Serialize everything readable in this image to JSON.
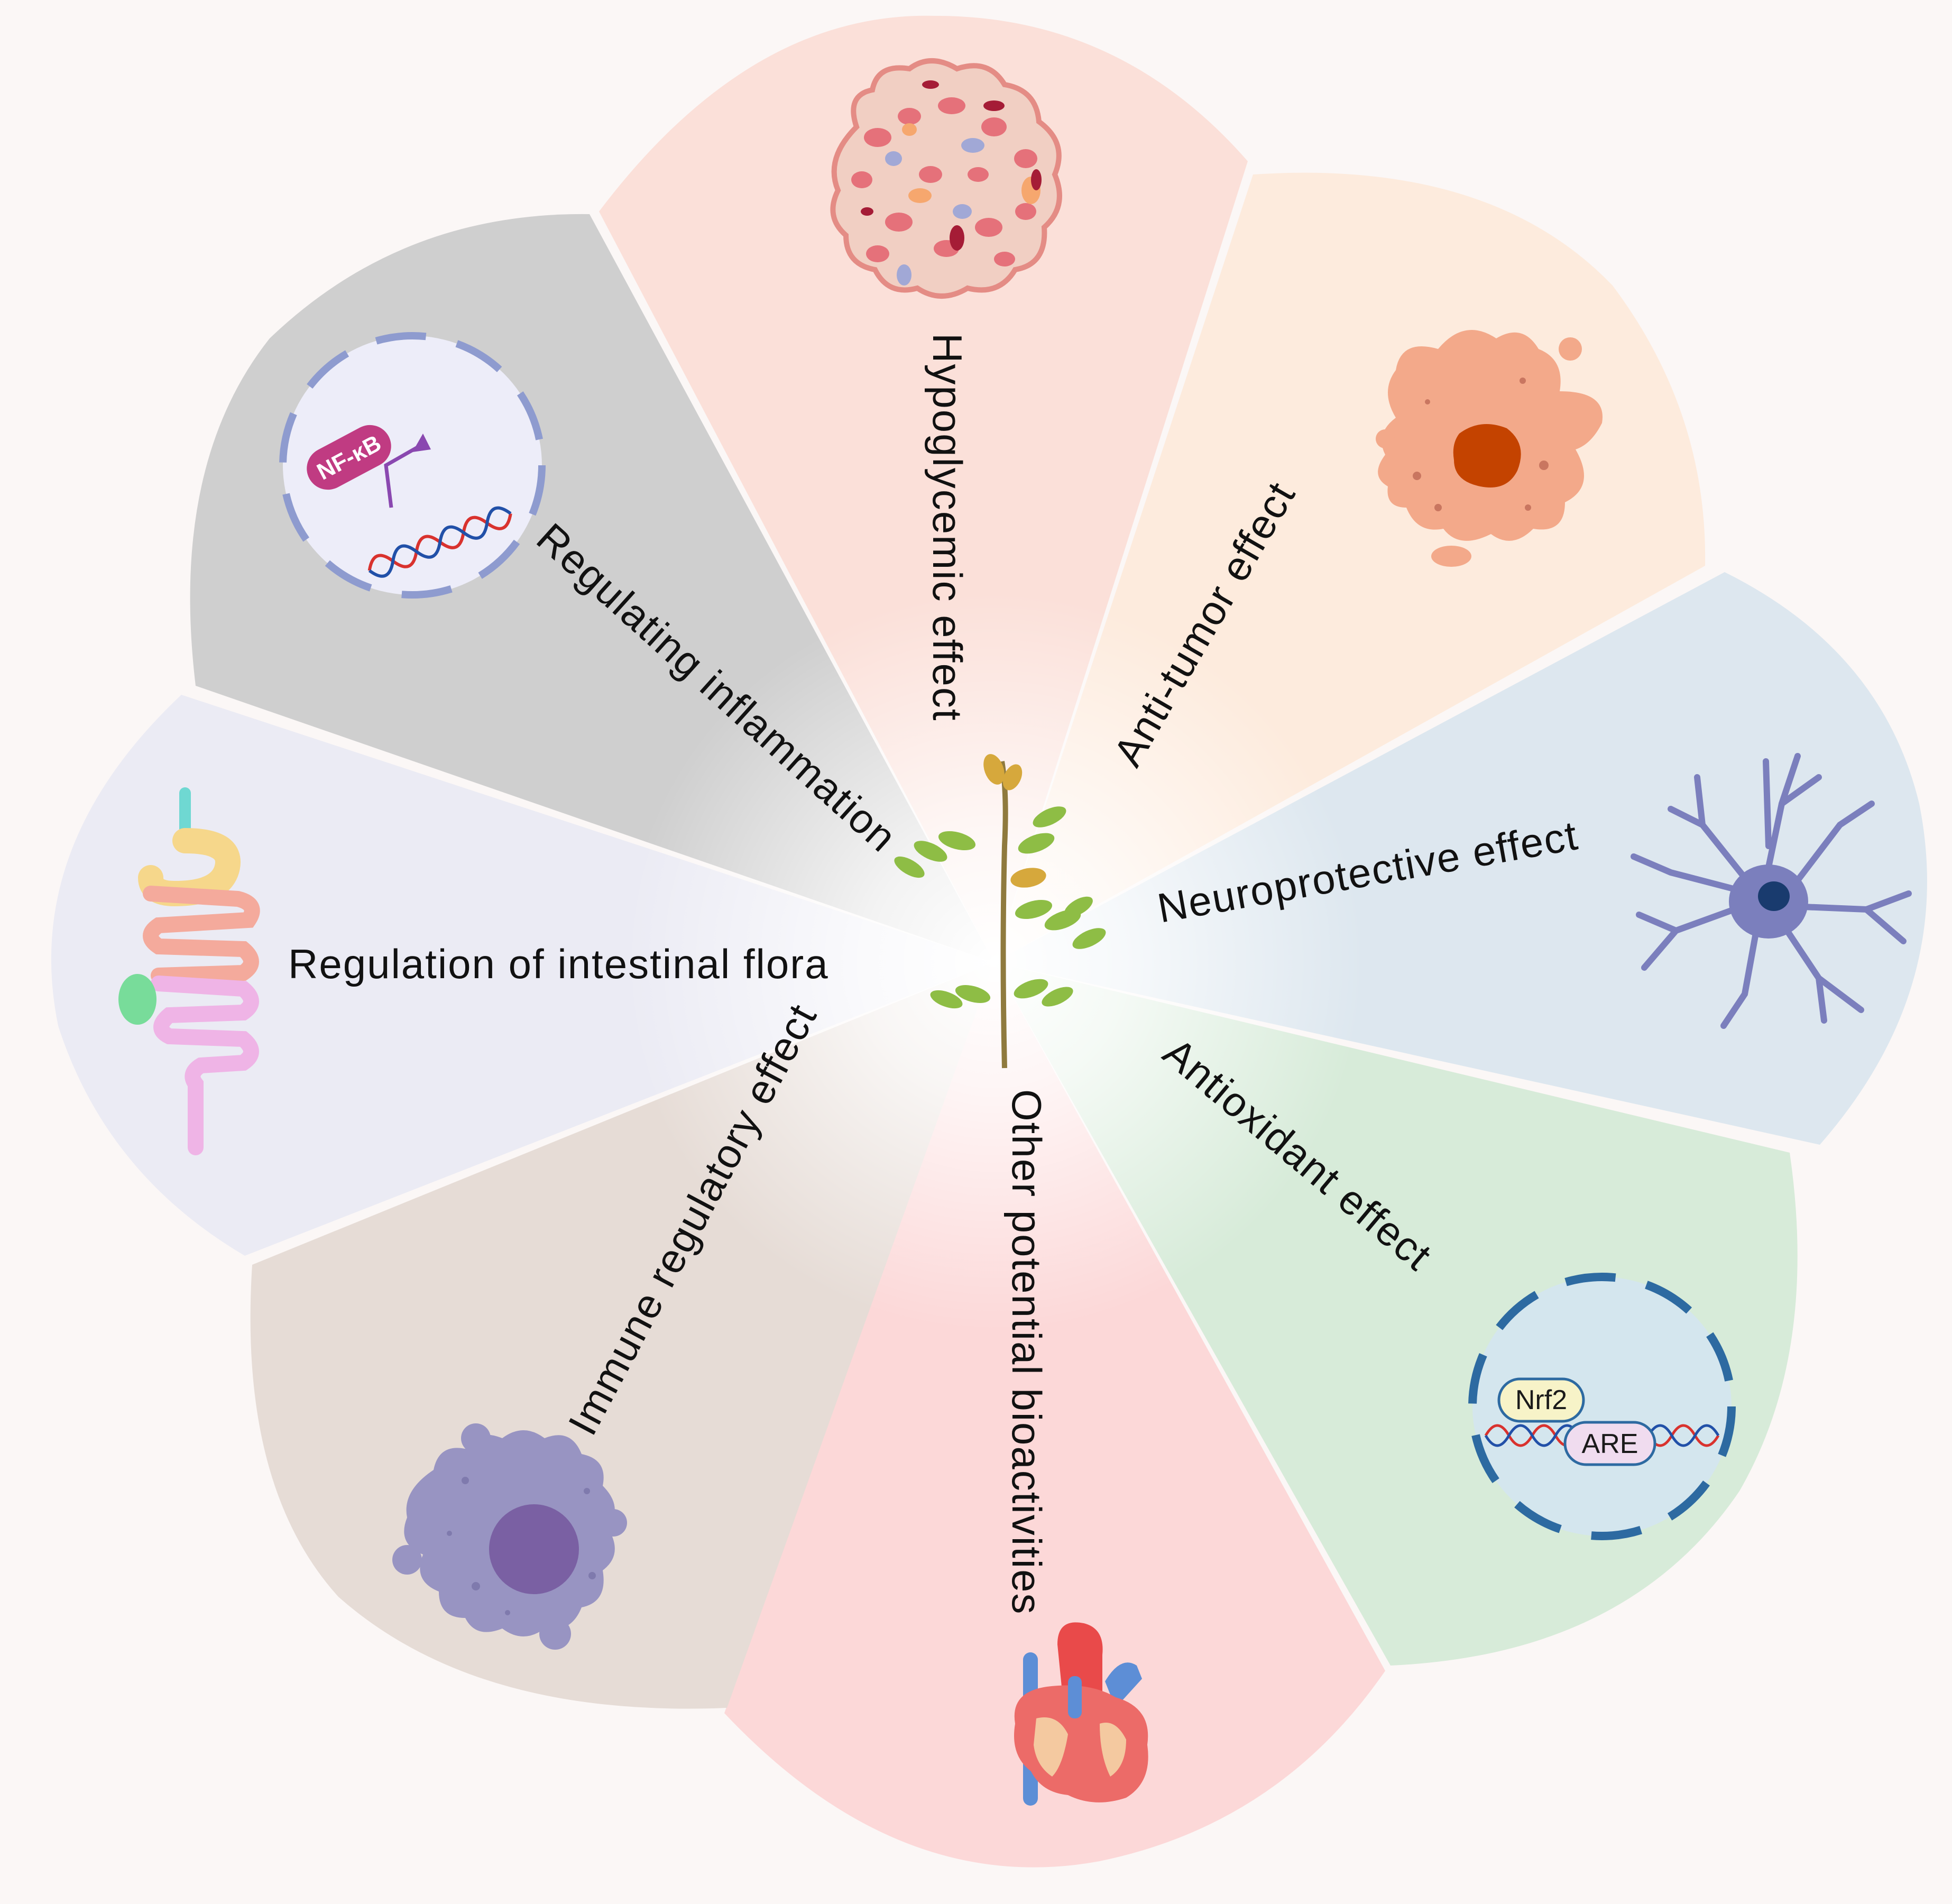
{
  "diagram": {
    "center": "plant",
    "sectors": [
      {
        "id": "hypoglycemic",
        "label": "Hypoglycemic effect",
        "icon": "islet-tissue-icon",
        "color": "#fbe0d9"
      },
      {
        "id": "anti-tumor",
        "label": "Anti-tumor effect",
        "icon": "tumor-cell-icon",
        "color": "#fdebdd"
      },
      {
        "id": "neuroprotective",
        "label": "Neuroprotective effect",
        "icon": "neuron-icon",
        "color": "#dde7ef"
      },
      {
        "id": "antioxidant",
        "label": "Antioxidant effect",
        "icon": "nucleus-nrf2-are-icon",
        "color": "#d7ebd9",
        "badges": {
          "nrf2": "Nrf2",
          "are": "ARE"
        }
      },
      {
        "id": "other",
        "label": "Other potential bioactivities",
        "icon": "heart-icon",
        "color": "#fcd8d8"
      },
      {
        "id": "immune",
        "label": "Immune regulatory effect",
        "icon": "macrophage-icon",
        "color": "#e6dcd6"
      },
      {
        "id": "intestinal",
        "label": "Regulation of intestinal flora",
        "icon": "intestine-icon",
        "color": "#ebebf4"
      },
      {
        "id": "inflammation",
        "label": "Regulating inflammation",
        "icon": "nucleus-nfkb-icon",
        "color": "#cfcfcf",
        "badges": {
          "nfkb": "NF-κB"
        }
      }
    ]
  }
}
